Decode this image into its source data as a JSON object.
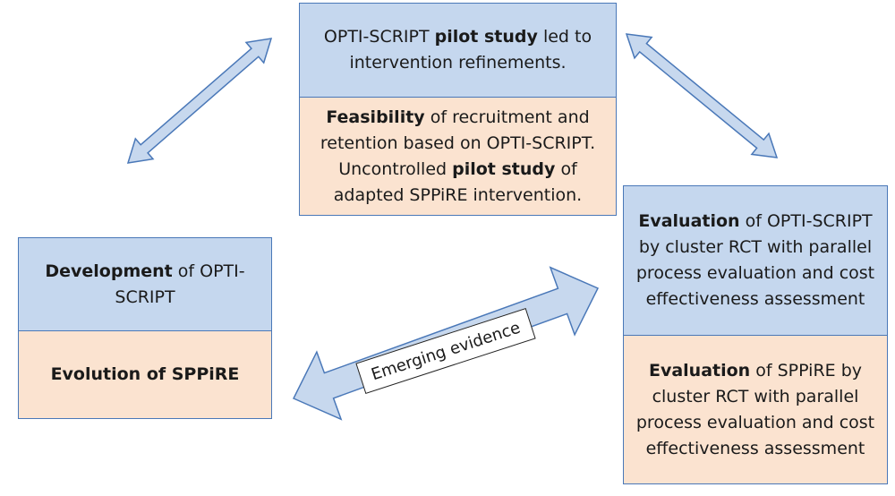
{
  "top_box": {
    "sec1": {
      "t1": "OPTI-SCRIPT ",
      "b1": "pilot study",
      "t2": " led to intervention refinements."
    },
    "sec2": {
      "b1": "Feasibility",
      "t1": " of recruitment and retention based on OPTI-SCRIPT. Uncontrolled ",
      "b2": "pilot study",
      "t2": " of adapted SPPiRE intervention."
    }
  },
  "left_box": {
    "sec1": {
      "b1": "Development",
      "t1": " of OPTI-SCRIPT"
    },
    "sec2": {
      "b1": "Evolution",
      "t1": " of SPPiRE"
    }
  },
  "right_box": {
    "sec1": {
      "b1": "Evaluation",
      "t1": " of OPTI-SCRIPT by cluster RCT with parallel process evaluation and cost effectiveness assessment"
    },
    "sec2": {
      "b1": "Evaluation",
      "t1": " of SPPiRE by cluster RCT with parallel process evaluation and cost effectiveness assessment"
    }
  },
  "center_arrow_label": "Emerging evidence",
  "colors": {
    "border": "#4a78b8",
    "blue_fill": "#c5d7ee",
    "peach_fill": "#fbe3d0",
    "arrow_fill": "#c7d8ee"
  }
}
